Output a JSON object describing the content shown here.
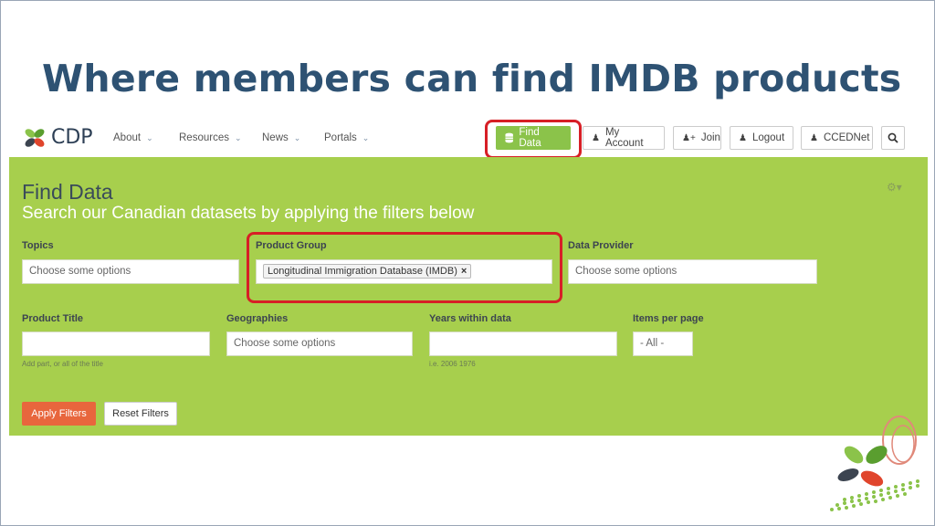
{
  "slide": {
    "title": "Where members can find IMDB products"
  },
  "navbar": {
    "logo_text": "CDP",
    "menu": [
      {
        "label": "About"
      },
      {
        "label": "Resources"
      },
      {
        "label": "News"
      },
      {
        "label": "Portals"
      }
    ],
    "buttons": {
      "find_data": "Find Data",
      "my_account": "My Account",
      "join": "Join",
      "logout": "Logout",
      "ccednet": "CCEDNet"
    }
  },
  "find_data": {
    "title": "Find Data",
    "subtitle": "Search our Canadian datasets by applying the filters below",
    "filters": {
      "topics": {
        "label": "Topics",
        "placeholder": "Choose some options"
      },
      "product_group": {
        "label": "Product Group",
        "selected": "Longitudinal Immigration Database (IMDB)",
        "remove": "×"
      },
      "data_provider": {
        "label": "Data Provider",
        "placeholder": "Choose some options"
      },
      "product_title": {
        "label": "Product Title",
        "hint": "Add part, or all of the title"
      },
      "geographies": {
        "label": "Geographies",
        "placeholder": "Choose some options"
      },
      "years": {
        "label": "Years within data",
        "hint": "i.e. 2006 1976"
      },
      "items_per_page": {
        "label": "Items per page",
        "value": "- All -"
      }
    },
    "apply_label": "Apply Filters",
    "reset_label": "Reset Filters"
  },
  "colors": {
    "panel": "#a7cf4d",
    "title": "#2e5273",
    "highlight": "#d71f26",
    "apply": "#e8663d",
    "find_button": "#8bc34a"
  }
}
